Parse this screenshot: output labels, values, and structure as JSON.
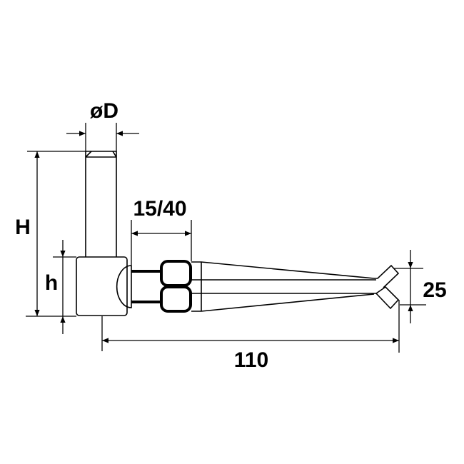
{
  "labels": {
    "diameter": "øD",
    "height_total": "H",
    "height_block": "h",
    "range": "15/40",
    "length": "110",
    "tip_width": "25"
  },
  "colors": {
    "line": "#000000",
    "background": "#ffffff"
  }
}
